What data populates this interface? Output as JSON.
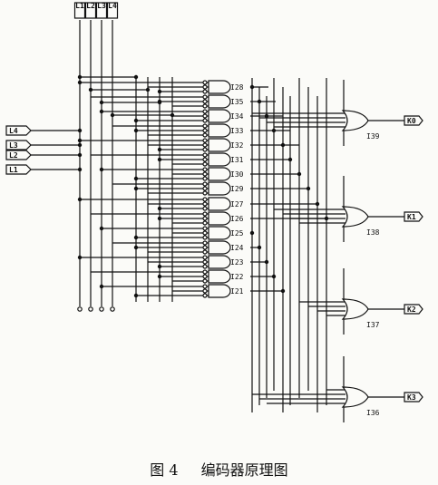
{
  "diagram": {
    "top_inputs": [
      "L1",
      "L2",
      "L3",
      "L4"
    ],
    "left_inputs": [
      "L4",
      "L3",
      "L2",
      "L1"
    ],
    "and_gates": [
      "I28",
      "I35",
      "I34",
      "I33",
      "I32",
      "I31",
      "I30",
      "I29",
      "I27",
      "I26",
      "I25",
      "I24",
      "I23",
      "I22",
      "I21"
    ],
    "or_gates": [
      {
        "name": "I39",
        "output": "K0"
      },
      {
        "name": "I38",
        "output": "K1"
      },
      {
        "name": "I37",
        "output": "K2"
      },
      {
        "name": "I36",
        "output": "K3"
      }
    ]
  },
  "caption": {
    "figure": "图 4",
    "title": "编码器原理图"
  }
}
